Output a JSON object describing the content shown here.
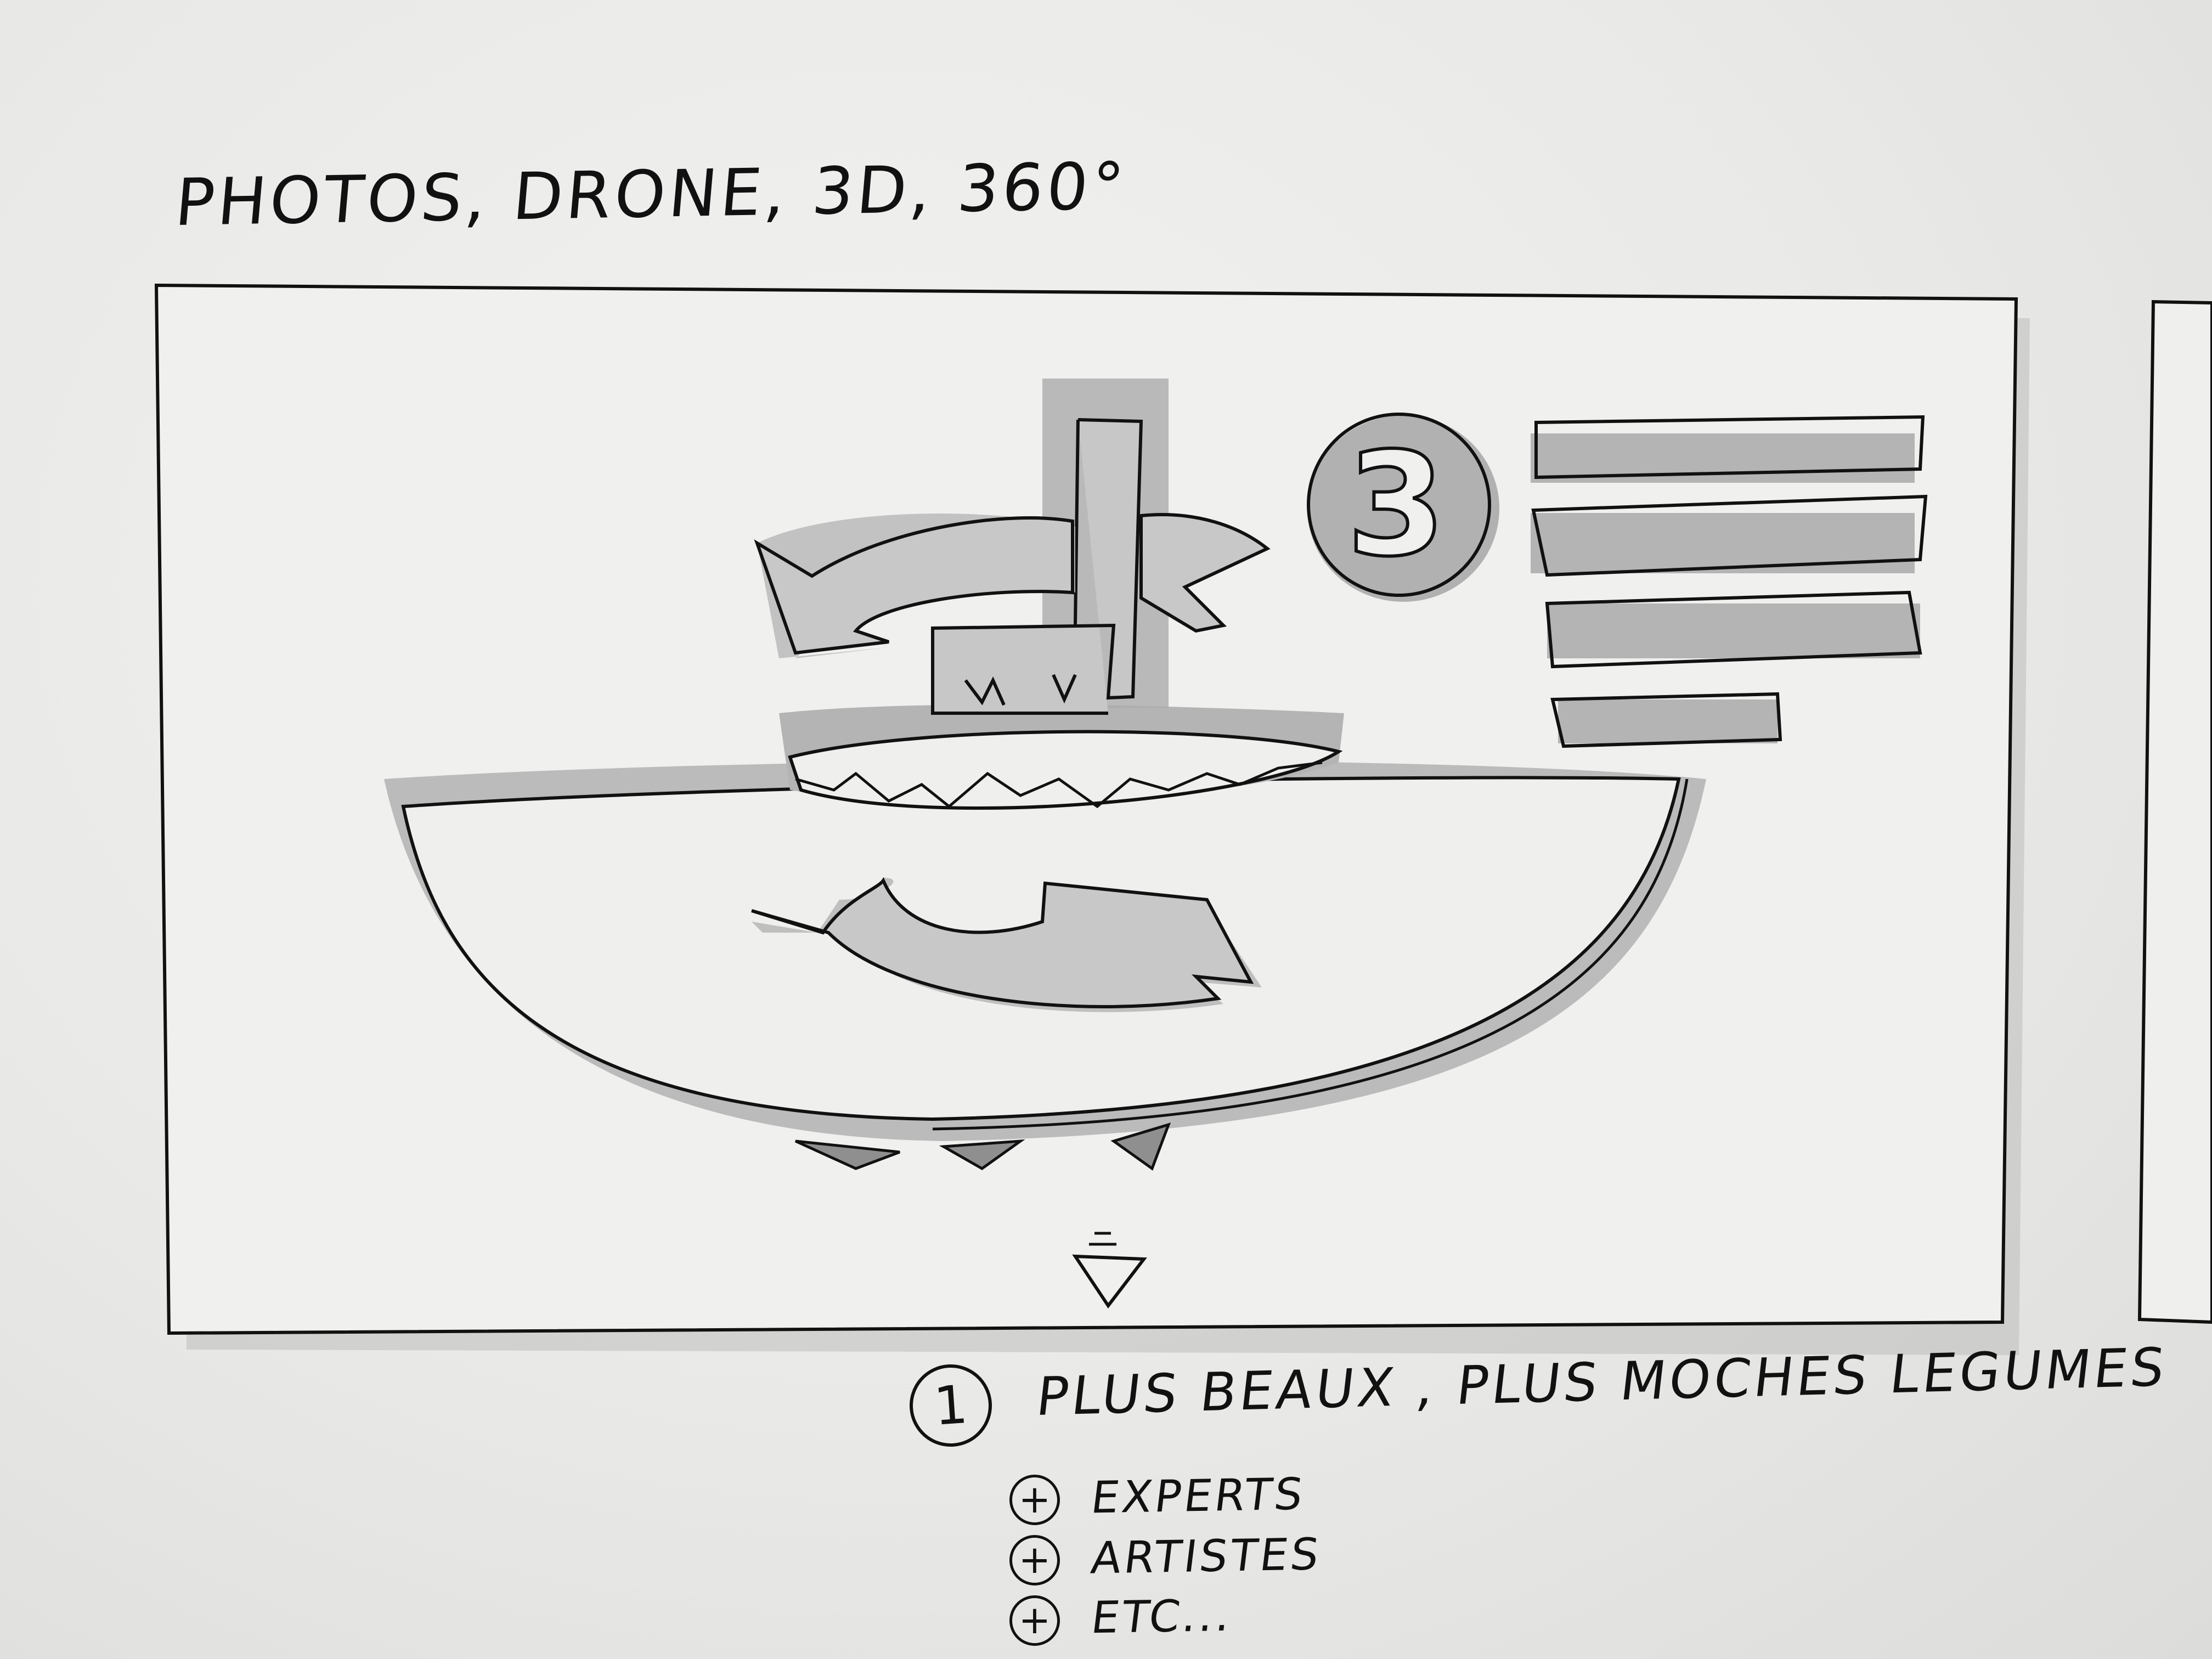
{
  "sketch": {
    "header_note": "PHOTOS, DRONE, 3D, 360°",
    "badge_number": "3",
    "caption": {
      "number": "1",
      "text": "PLUS BEAUX , PLUS MOCHES LEGUMES"
    },
    "sub_items": [
      {
        "symbol": "+",
        "label": "EXPERTS"
      },
      {
        "symbol": "+",
        "label": "ARTISTES"
      },
      {
        "symbol": "+",
        "label": "ETC..."
      }
    ]
  },
  "colors": {
    "paper": "#ececea",
    "ink": "#111111",
    "marker_gray": "#a9a9a9",
    "marker_gray_light": "#c2c2c2"
  }
}
